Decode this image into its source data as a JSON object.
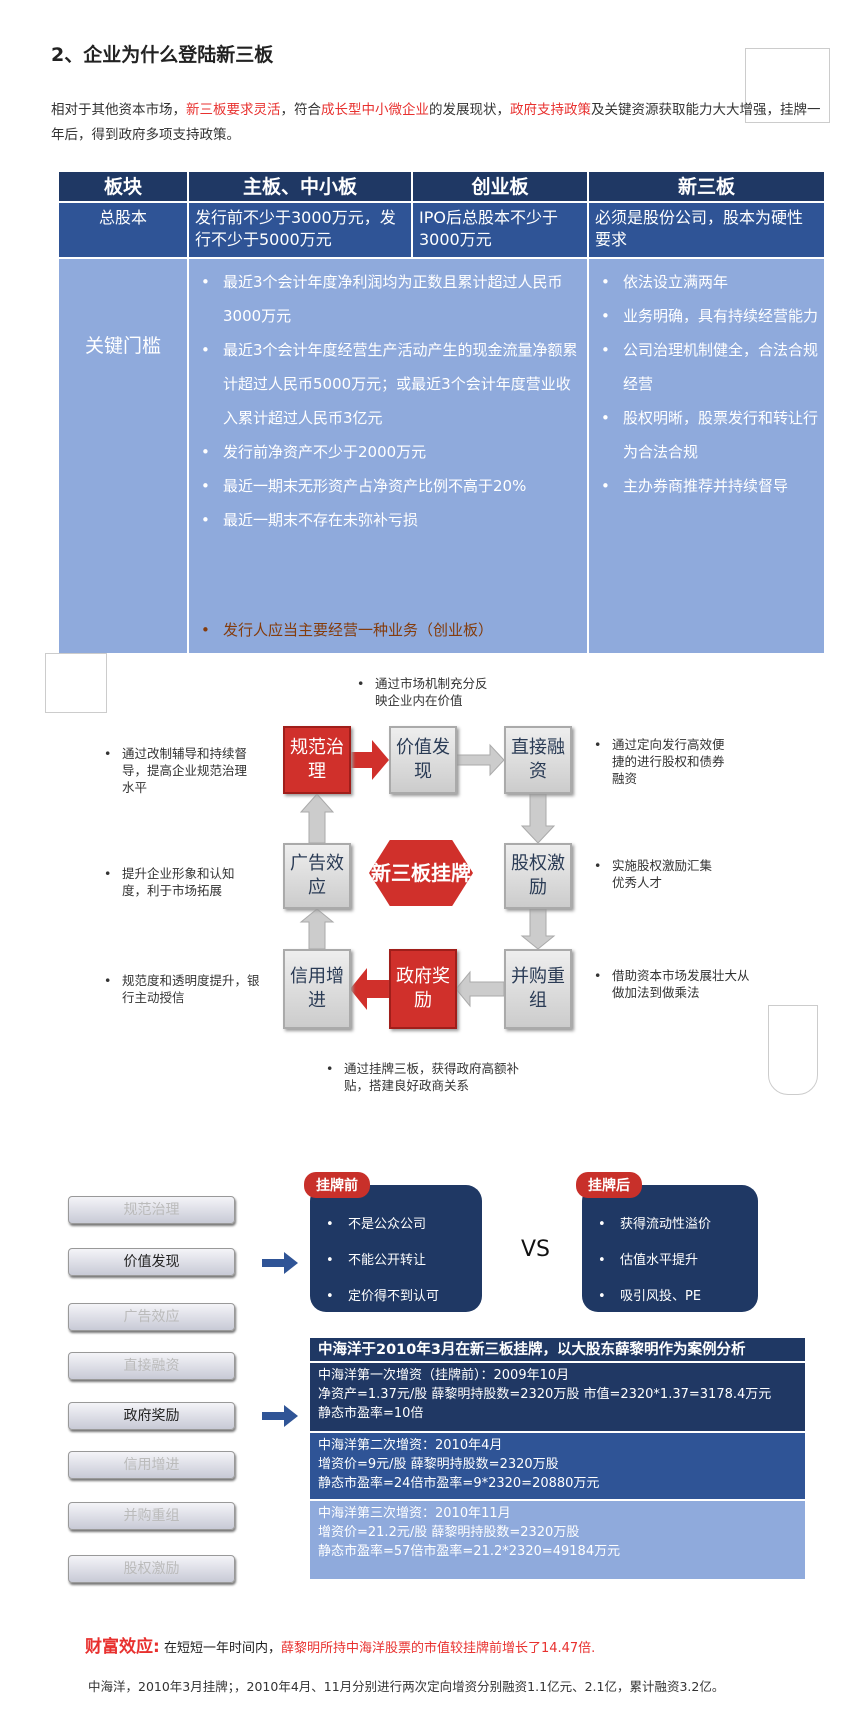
{
  "title": "2、企业为什么登陆新三板",
  "intro": {
    "p1": "相对于其他资本市场，",
    "h1": "新三板要求灵活",
    "p2": "，符合",
    "h2": "成长型中小微企业",
    "p3": "的发展现状，",
    "h3": "政府支持政策",
    "p4": "及关键资源获取能力大大增强，挂牌一年后，得到政府多项支持政策。"
  },
  "table": {
    "headers": [
      "板块",
      "主板、中小板",
      "创业板",
      "新三板"
    ],
    "row_capital": {
      "label": "总股本",
      "main": "发行前不少于3000万元，发行不少于5000万元",
      "gem": "IPO后总股本不少于3000万元",
      "neeq": "必须是股份公司，股本为硬性要求"
    },
    "row_threshold": {
      "label": "关键门槛",
      "main": [
        "最近3个会计年度净利润均为正数且累计超过人民币3000万元",
        "最近3个会计年度经营生产活动产生的现金流量净额累计超过人民币5000万元；或最近3个会计年度营业收入累计超过人民币3亿元",
        "发行前净资产不少于2000万元",
        "最近一期末无形资产占净资产比例不高于20%",
        "最近一期末不存在未弥补亏损"
      ],
      "gem_note": "发行人应当主要经营一种业务（创业板）",
      "neeq": [
        "依法设立满两年",
        "业务明确，具有持续经营能力",
        "公司治理机制健全，合法合规经营",
        "股权明晰，股票发行和转让行为合法合规",
        "主办券商推荐并持续督导"
      ]
    }
  },
  "diagram": {
    "center": "新三板挂牌",
    "boxes": {
      "gov": "规范治理",
      "value": "价值发现",
      "finance": "直接融资",
      "equity": "股权激励",
      "merge": "并购重组",
      "reward": "政府奖励",
      "credit": "信用增进",
      "ad": "广告效应"
    },
    "notes": {
      "top": "通过市场机制充分反映企业内在价值",
      "left1": "通过改制辅导和持续督导，提高企业规范治理水平",
      "left2": "提升企业形象和认知度，利于市场拓展",
      "left3": "规范度和透明度提升，银行主动授信",
      "right1": "通过定向发行高效便捷的进行股权和债券融资",
      "right2": "实施股权激励汇集优秀人才",
      "right3": "借助资本市场发展壮大从做加法到做乘法",
      "bottom": "通过挂牌三板，获得政府高额补贴，搭建良好政商关系"
    }
  },
  "menu": [
    "规范治理",
    "价值发现",
    "广告效应",
    "直接融资",
    "政府奖励",
    "信用增进",
    "并购重组",
    "股权激励"
  ],
  "before": {
    "tag": "挂牌前",
    "items": [
      "不是公众公司",
      "不能公开转让",
      "定价得不到认可"
    ]
  },
  "vs": "VS",
  "after": {
    "tag": "挂牌后",
    "items": [
      "获得流动性溢价",
      "估值水平提升",
      "吸引风投、PE"
    ]
  },
  "case": {
    "header": "中海洋于2010年3月在新三板挂牌，以大股东薛黎明作为案例分析",
    "rows": [
      [
        "中海洋第一次增资（挂牌前）：2009年10月",
        "净资产=1.37元/股  薛黎明持股数=2320万股  市值=2320*1.37=3178.4万元",
        "静态市盈率=10倍"
      ],
      [
        "中海洋第二次增资：2010年4月",
        "增资价=9元/股   薛黎明持股数=2320万股",
        "静态市盈率=24倍市盈率=9*2320=20880万元"
      ],
      [
        "中海洋第三次增资：2010年11月",
        "增资价=21.2元/股   薛黎明持股数=2320万股",
        "静态市盈率=57倍市盈率=21.2*2320=49184万元"
      ]
    ]
  },
  "wealth": {
    "label": "财富效应:",
    "text": "在短短一年时间内，",
    "highlight": "薛黎明所持中海洋股票的市值较挂牌前增长了14.47倍."
  },
  "footer": "中海洋，2010年3月挂牌；，2010年4月、11月分别进行两次定向增资分别融资1.1亿元、2.1亿，累计融资3.2亿。"
}
